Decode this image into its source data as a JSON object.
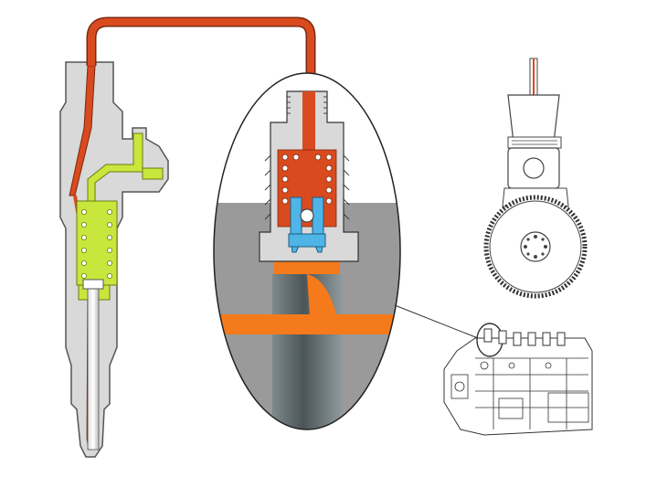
{
  "diagram": {
    "colors": {
      "background": "#ffffff",
      "high_pressure_fuel": "#d94a1f",
      "fuel_chamber_orange": "#f47a1c",
      "return_fuel_green": "#c8e63c",
      "valve_blue": "#4fb4e6",
      "housing_gray": "#d9d9d9",
      "housing_outline": "#444444",
      "oval_gray": "#9a9a9a",
      "plunger_dark": "#5a6466"
    },
    "parts": [
      {
        "name": "fuel-injector",
        "icon": "injector-cross-section"
      },
      {
        "name": "high-pressure-line",
        "icon": "fuel-pipe"
      },
      {
        "name": "delivery-valve-detail",
        "icon": "magnified-section"
      },
      {
        "name": "pump-element-cam",
        "icon": "plunger-and-cam"
      },
      {
        "name": "inline-injection-pump",
        "icon": "pump-housing"
      }
    ]
  }
}
